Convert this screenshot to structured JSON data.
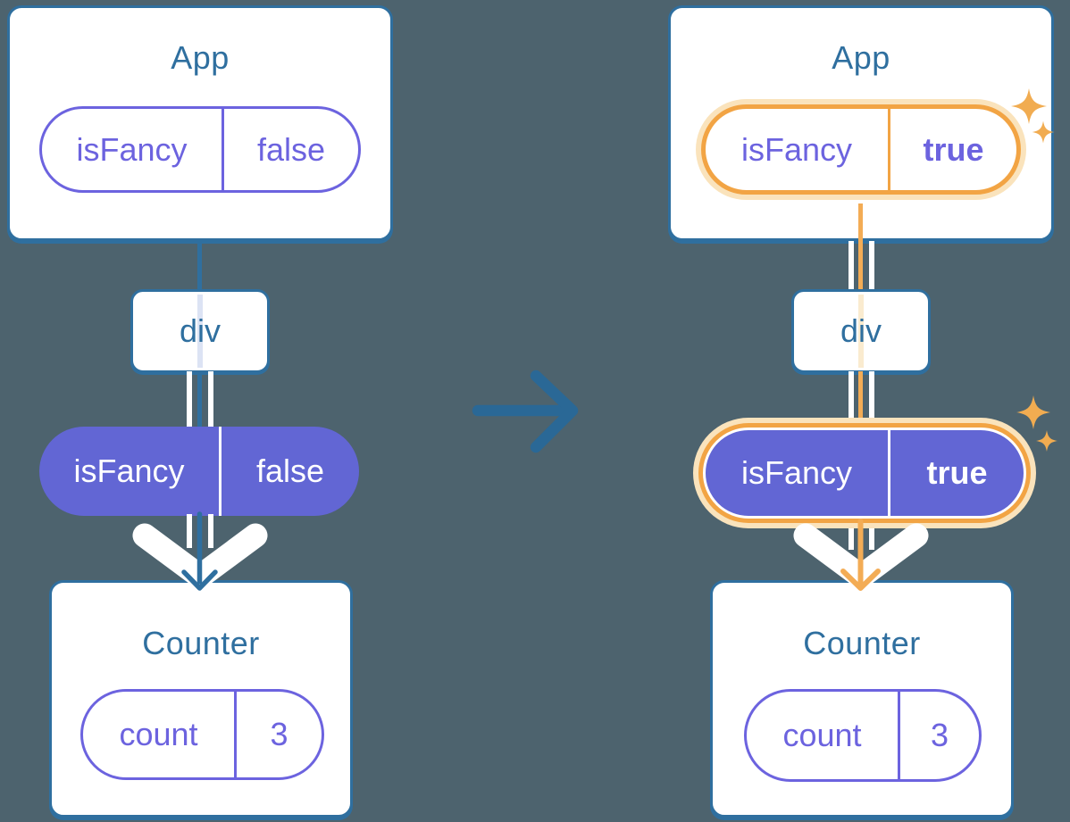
{
  "colors": {
    "background": "#4D636E",
    "steel_blue": "#2F6F9F",
    "purple": "#6C63DF",
    "purple_fill": "#6266D4",
    "orange": "#F2A444",
    "orange_light": "#F3AC55",
    "orange_glow": "#FAE3BC",
    "sparkle": "#F1AC51",
    "white": "#FFFFFF"
  },
  "left_tree": {
    "app_card": {
      "title": "App",
      "prop_pill": {
        "name": "isFancy",
        "value": "false"
      }
    },
    "div_box": {
      "label": "div"
    },
    "passed_prop_pill": {
      "name": "isFancy",
      "value": "false"
    },
    "counter_card": {
      "title": "Counter",
      "state_pill": {
        "name": "count",
        "value": "3"
      }
    }
  },
  "right_tree": {
    "app_card": {
      "title": "App",
      "prop_pill": {
        "name": "isFancy",
        "value": "true"
      }
    },
    "div_box": {
      "label": "div"
    },
    "passed_prop_pill": {
      "name": "isFancy",
      "value": "true"
    },
    "counter_card": {
      "title": "Counter",
      "state_pill": {
        "name": "count",
        "value": "3"
      }
    }
  }
}
